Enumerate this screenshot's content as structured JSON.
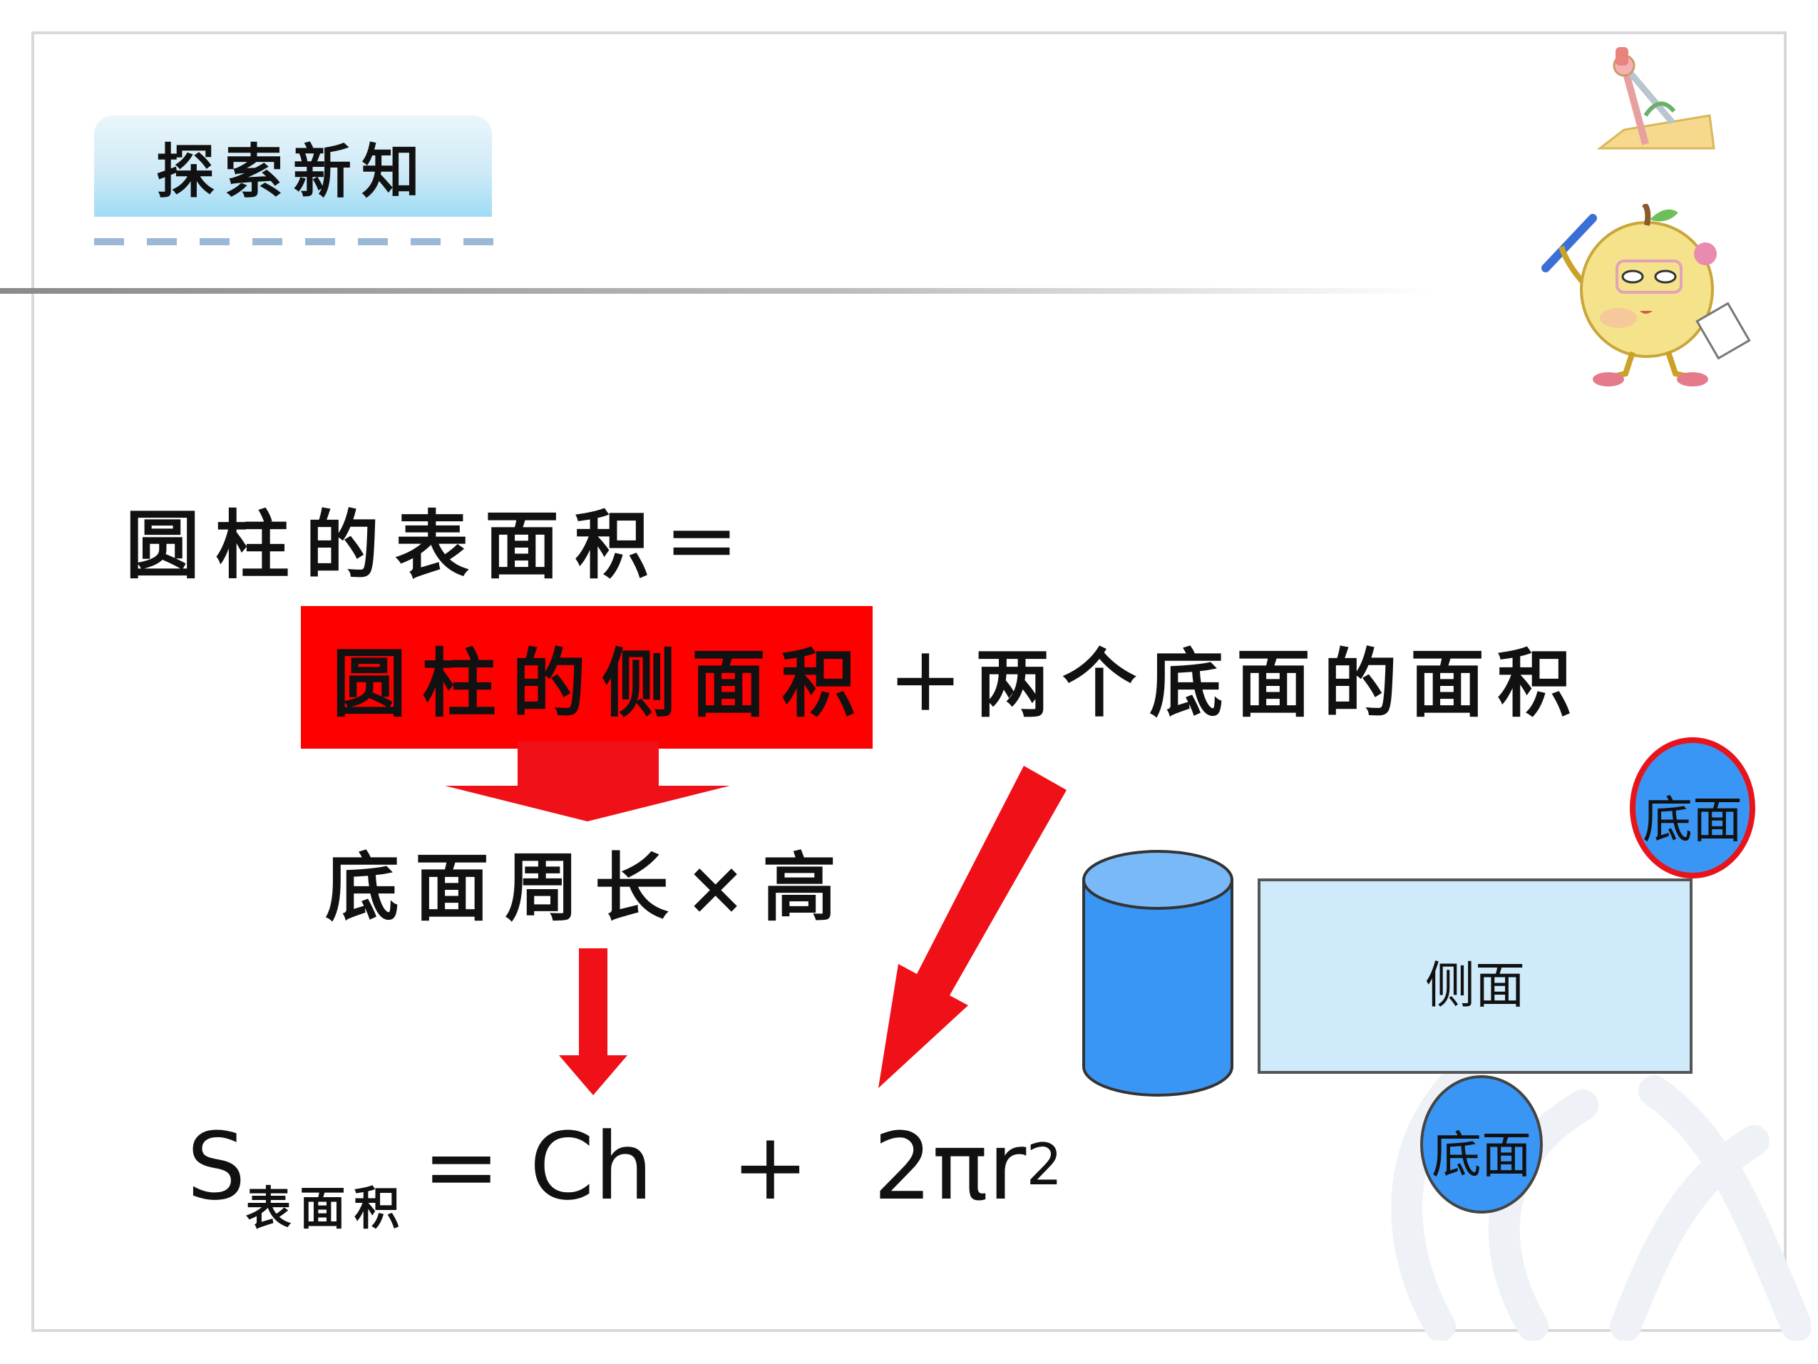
{
  "header": {
    "title": "探索新知"
  },
  "formula": {
    "heading": "圆柱的表面积＝",
    "lateral_area": "圆柱的侧面积",
    "plus_two_bases": "＋两个底面的面积",
    "lateral_formula": "底面周长×高",
    "final": {
      "symbol": "S",
      "subscript": "表面积",
      "equals_ch": "= Ch",
      "plus": "+",
      "two_pi_r": "2πr",
      "exponent": "2"
    }
  },
  "diagram": {
    "lateral_face_label": "侧面",
    "top_base_label": "底面",
    "bottom_base_label": "底面"
  },
  "colors": {
    "highlight_red": "#ff0000",
    "arrow_red": "#f01018",
    "cylinder_blue": "#3a96f5",
    "net_face_blue": "#cfeafa",
    "title_badge_blue": "#9fdcf5"
  },
  "icons": [
    "apple-mascot-icon",
    "compass-ruler-icon",
    "watermark-logo-icon"
  ]
}
